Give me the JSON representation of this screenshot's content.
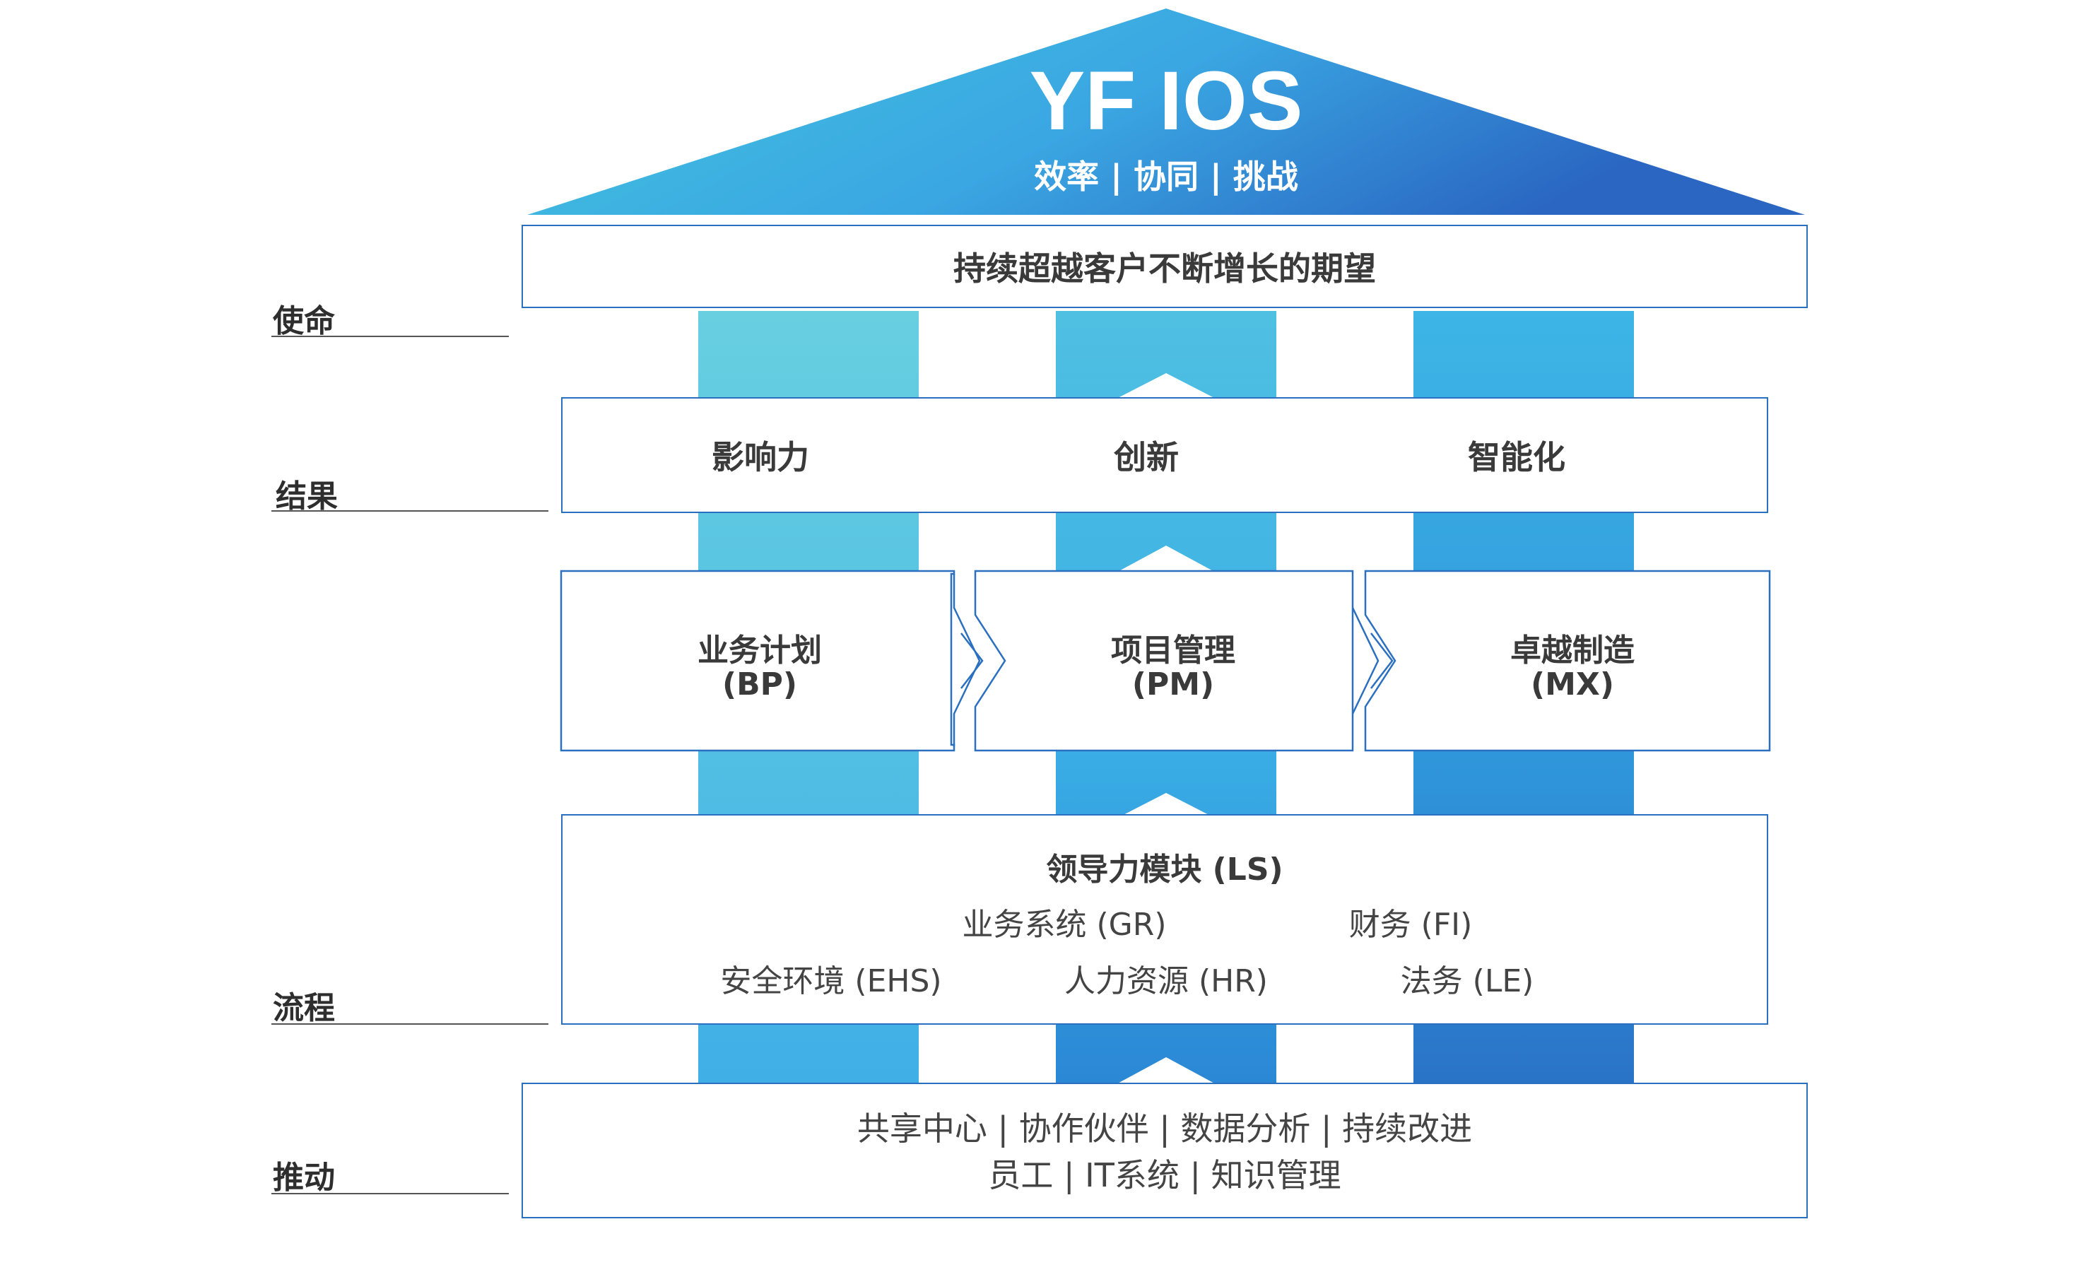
{
  "roof": {
    "title": "YF IOS",
    "subtitle": "效率 | 协同 | 挑战"
  },
  "mission_box": {
    "text": "持续超越客户不断增长的期望"
  },
  "side_labels": {
    "mission": "使命",
    "results": "结果",
    "process": "流程",
    "drivers": "推动"
  },
  "results": [
    "影响力",
    "创新",
    "智能化"
  ],
  "processes": [
    {
      "name": "业务计划",
      "code": "(BP)"
    },
    {
      "name": "项目管理",
      "code": "(PM)"
    },
    {
      "name": "卓越制造",
      "code": "(MX)"
    }
  ],
  "modules": {
    "title": "领导力模块 (LS)",
    "row1": [
      "业务系统 (GR)",
      "财务 (FI)"
    ],
    "row2": [
      "安全环境 (EHS)",
      "人力资源 (HR)",
      "法务 (LE)"
    ]
  },
  "drivers": {
    "line1": "共享中心 | 协作伙伴 | 数据分析 | 持续改进",
    "line2": "员工 | IT系统 | 知识管理"
  },
  "colors": {
    "roof_start": "#3fc3e0",
    "roof_end": "#2a6cc4",
    "border": "#2b6fc0",
    "col1": "#62cbe0",
    "col2": "#3eaee4",
    "col3": "#2f86d6"
  }
}
